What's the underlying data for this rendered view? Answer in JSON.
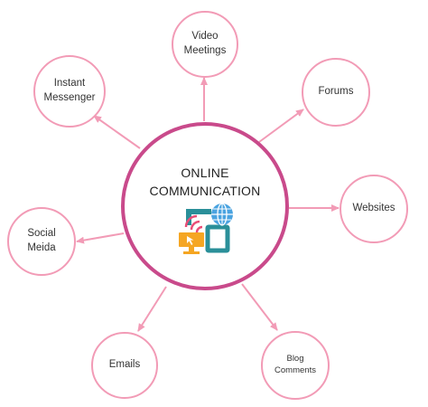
{
  "center": {
    "title_line1": "ONLINE",
    "title_line2": "COMMUNICATION",
    "icon": "online-communication-icon"
  },
  "nodes": [
    {
      "key": "video",
      "label": "Video\nMeetings"
    },
    {
      "key": "forums",
      "label": "Forums"
    },
    {
      "key": "websites",
      "label": "Websites"
    },
    {
      "key": "blog",
      "label": "Blog\nComments"
    },
    {
      "key": "emails",
      "label": "Emails"
    },
    {
      "key": "social",
      "label": "Social\nMeida"
    },
    {
      "key": "instant",
      "label": "Instant\nMessenger"
    }
  ],
  "colors": {
    "center_border": "#c94a8b",
    "node_border": "#f29bb6",
    "connector": "#f29bb6"
  }
}
